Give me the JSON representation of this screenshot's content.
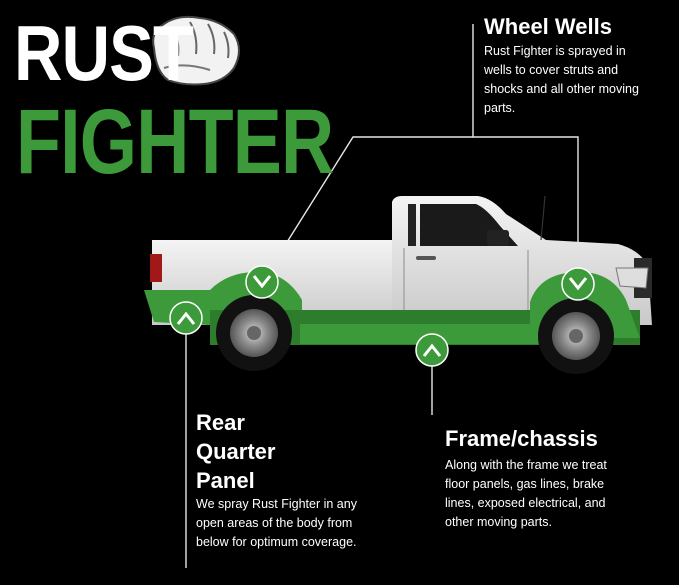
{
  "logo": {
    "line1": "RUST",
    "line2": "FIGHTER",
    "mark": "fist-icon"
  },
  "colors": {
    "brand_green": "#3c9a3a",
    "background": "#000000",
    "text": "#ffffff"
  },
  "callouts": {
    "wheel_wells": {
      "title": "Wheel Wells",
      "text": "Rust Fighter is sprayed in wells to cover struts and shocks and all other moving parts."
    },
    "rear_quarter": {
      "title": "Rear Quarter Panel",
      "text": "We spray Rust Fighter in any open areas of the body from below for optimum coverage."
    },
    "frame_chassis": {
      "title": "Frame/chassis",
      "text": "Along with the frame we treat floor panels, gas lines, brake lines, exposed electrical, and other moving parts."
    }
  },
  "markers": [
    {
      "name": "rear-wheel-well-marker",
      "icon": "chevron-down-icon"
    },
    {
      "name": "rear-quarter-marker",
      "icon": "chevron-up-icon"
    },
    {
      "name": "frame-marker",
      "icon": "chevron-up-icon"
    },
    {
      "name": "front-wheel-well-marker",
      "icon": "chevron-down-icon"
    }
  ]
}
